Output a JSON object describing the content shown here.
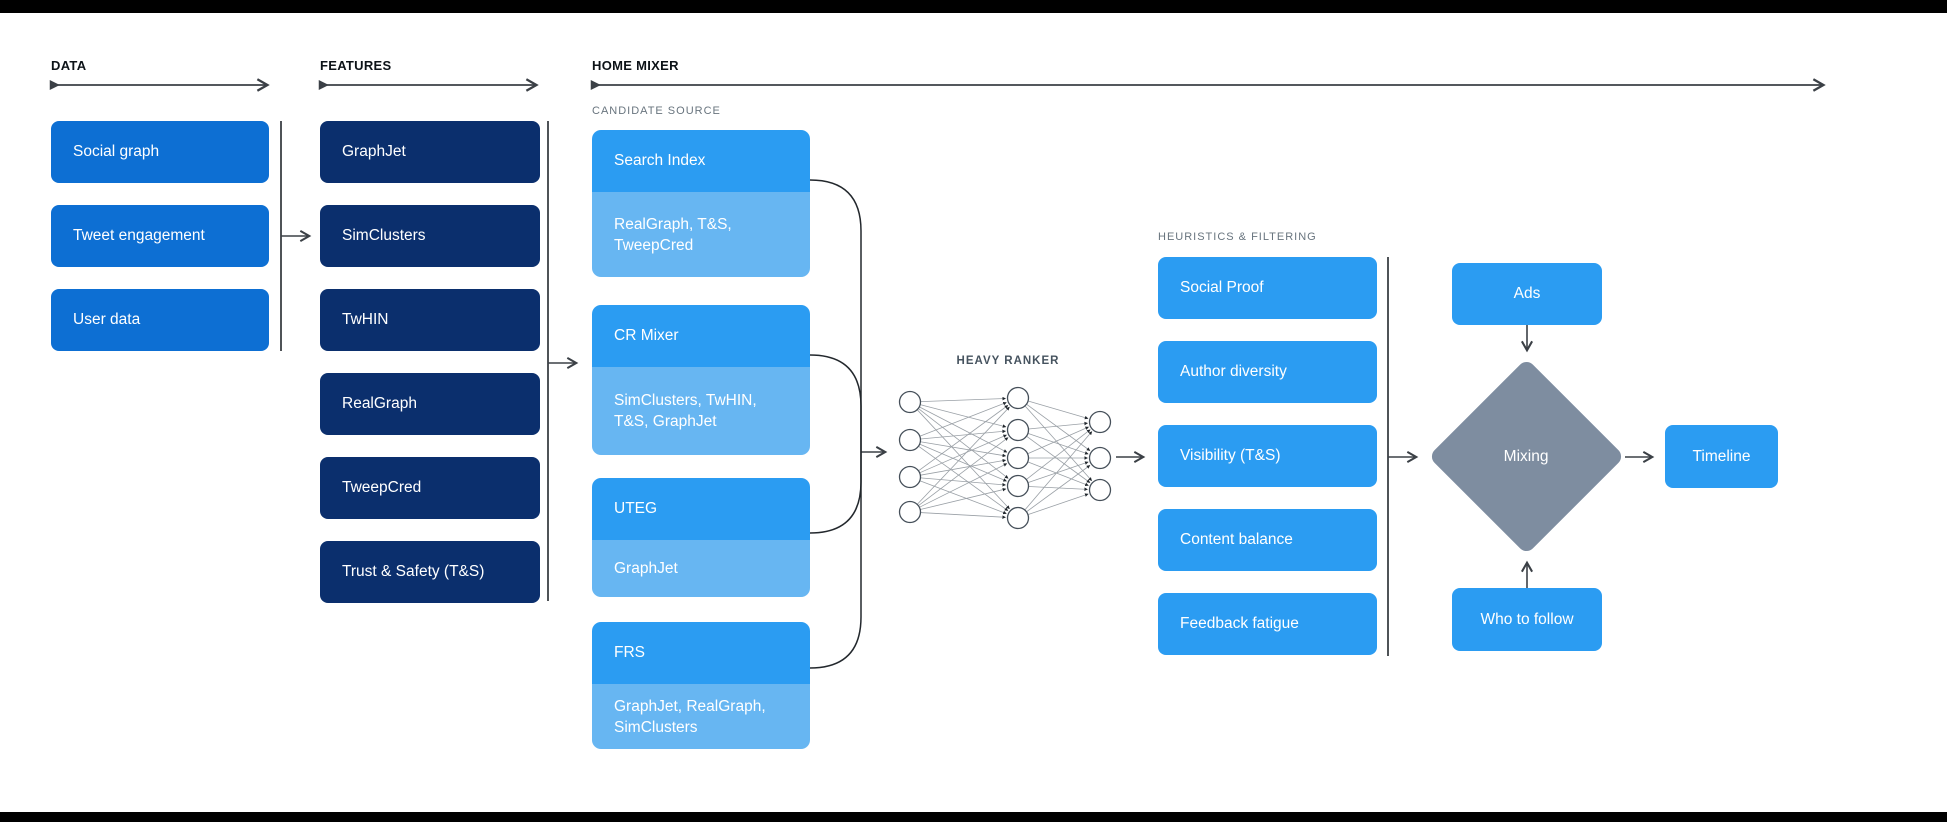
{
  "colors": {
    "data_box_blue": "#0d6fd3",
    "features_navy": "#0b2f6d",
    "bright_blue": "#2b9cf2",
    "light_blue": "#67b6f2",
    "diamond_gray": "#7e8da0"
  },
  "headers": {
    "data": "DATA",
    "features": "FEATURES",
    "home_mixer": "HOME MIXER"
  },
  "data_column": {
    "items": [
      "Social graph",
      "Tweet engagement",
      "User data"
    ]
  },
  "features_column": {
    "items": [
      "GraphJet",
      "SimClusters",
      "TwHIN",
      "RealGraph",
      "TweepCred",
      "Trust & Safety (T&S)"
    ]
  },
  "candidate_source": {
    "label": "CANDIDATE SOURCE",
    "cards": [
      {
        "title": "Search Index",
        "features": "RealGraph, T&S, TweepCred"
      },
      {
        "title": "CR Mixer",
        "features": "SimClusters, TwHIN, T&S, GraphJet"
      },
      {
        "title": "UTEG",
        "features": "GraphJet"
      },
      {
        "title": "FRS",
        "features": "GraphJet, RealGraph, SimClusters"
      }
    ]
  },
  "heavy_ranker": {
    "label": "HEAVY RANKER"
  },
  "heuristics": {
    "label": "HEURISTICS & FILTERING",
    "items": [
      "Social Proof",
      "Author diversity",
      "Visibility (T&S)",
      "Content balance",
      "Feedback fatigue"
    ]
  },
  "mixing": {
    "ads": "Ads",
    "diamond": "Mixing",
    "who_to_follow": "Who to follow",
    "timeline": "Timeline"
  }
}
